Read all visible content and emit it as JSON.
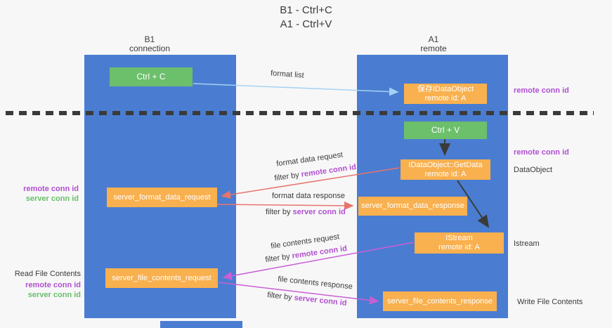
{
  "title": {
    "line1": "B1 - Ctrl+C",
    "line2": "A1 - Ctrl+V"
  },
  "lanes": {
    "left": {
      "title": "B1",
      "subtitle": "connection"
    },
    "right": {
      "title": "A1",
      "subtitle": "remote"
    }
  },
  "boxes": {
    "ctrl_c": "Ctrl + C",
    "ctrl_v": "Ctrl + V",
    "save_dataobject": {
      "line1": "保存IDataObject",
      "line2": "remote id: A"
    },
    "getdata": {
      "line1": "IDataObject::GetData",
      "line2": "remote id: A"
    },
    "istream": {
      "line1": "IStream",
      "line2": "remote id: A"
    },
    "format_request": "server_format_data_request",
    "format_response": "server_format_data_response",
    "file_request": "server_file_contents_request",
    "file_response": "server_file_contents_response"
  },
  "arrow_labels": {
    "format_list": "format list",
    "format_data_request": "format data request",
    "format_data_response": "format data response",
    "file_contents_request": "file contents request",
    "file_contents_response": "file contents response",
    "filter_by": "filter by",
    "remote_conn_id": "remote conn id",
    "server_conn_id": "server conn id"
  },
  "side_labels": {
    "right_remote_conn_id_1": "remote conn id",
    "right_remote_conn_id_2": "remote conn id",
    "dataobject": "DataObject",
    "istream": "Istream",
    "write_file_contents": "Write File Contents",
    "left_remote_conn_id_1": "remote conn id",
    "left_server_conn_id_1": "server conn id",
    "read_file_contents": "Read File Contents",
    "left_remote_conn_id_2": "remote conn id",
    "left_server_conn_id_2": "server conn id"
  },
  "colors": {
    "lane_blue": "#4a7dd1",
    "box_orange": "#f9b04e",
    "box_green": "#6cbf6b",
    "arrow_red": "#e8746c",
    "arrow_magenta": "#c95fd4",
    "arrow_light_blue": "#a5d2f3",
    "arrow_black": "#3a3a3a",
    "label_purple": "#b14fcf",
    "label_green": "#6abf69",
    "text_dark": "#3b3b3b",
    "background": "#f7f7f8"
  }
}
